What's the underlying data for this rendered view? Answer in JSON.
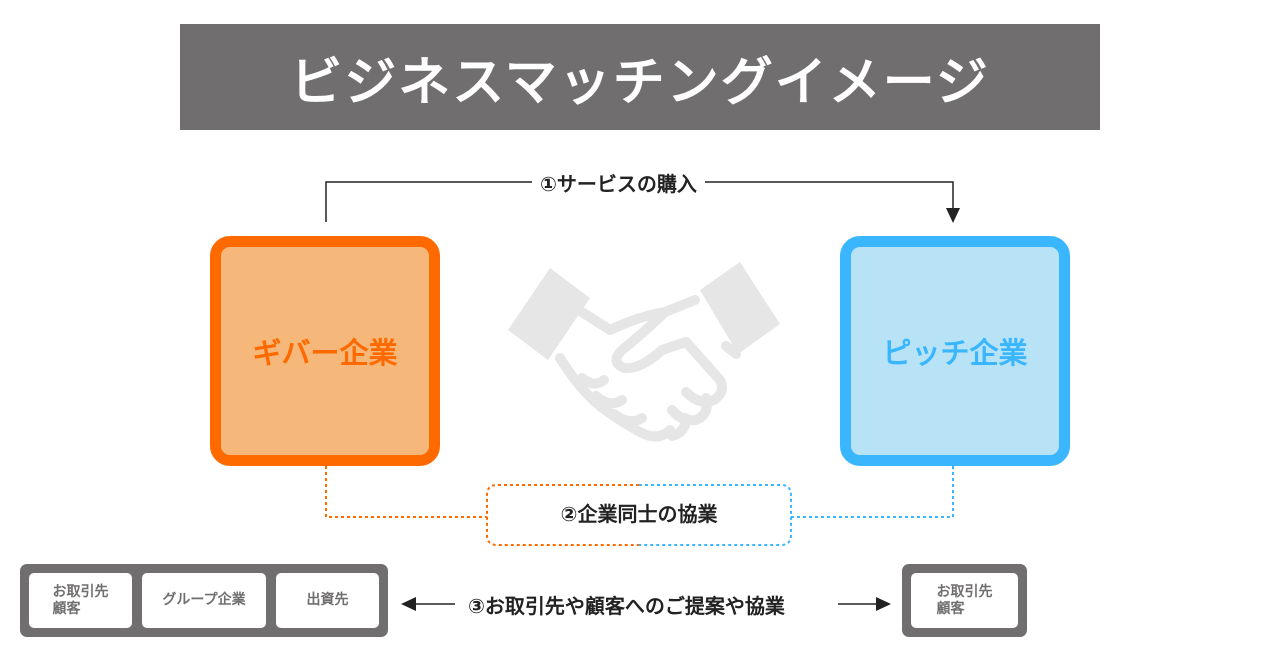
{
  "title": "ビジネスマッチングイメージ",
  "steps": {
    "purchase": "①サービスの購入",
    "collaboration": "②企業同士の協業",
    "proposal": "③お取引先や顧客へのご提案や協業"
  },
  "companies": {
    "giver": "ギバー企業",
    "pitch": "ピッチ企業"
  },
  "giver_network": [
    "お取引先\n顧客",
    "グループ企業",
    "出資先"
  ],
  "pitch_network": [
    "お取引先\n顧客"
  ],
  "colors": {
    "banner": "#706e6f",
    "giver_border": "#ff6a00",
    "giver_fill": "#f5b87a",
    "pitch_border": "#3ab6ff",
    "pitch_fill": "#b8e3f6",
    "handshake": "#e6e6e6"
  },
  "icons": {
    "center": "handshake-icon"
  }
}
